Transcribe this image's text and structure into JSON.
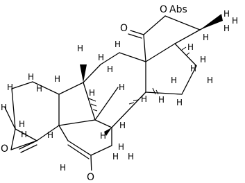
{
  "molecule": {
    "atom_labels": {
      "oxo_top": "O",
      "oxo_left": "O",
      "oxo_bottom": "O",
      "ring_oxygen": "O",
      "abs_label": "Abs",
      "h": "H"
    }
  }
}
